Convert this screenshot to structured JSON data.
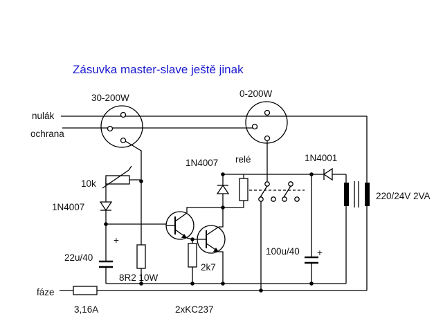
{
  "title": "Zásuvka master-slave ještě jinak",
  "labels": {
    "master_socket": "30-200W",
    "slave_socket": "0-200W",
    "neutral": "nulák",
    "protective": "ochrana",
    "diode_top": "1N4007",
    "relay": "relé",
    "diode_right": "1N4001",
    "pot": "10k",
    "diode_left": "1N4007",
    "transformer": "220/24V 2VA",
    "cap_left": "22u/40",
    "resistor_power": "8R2 10W",
    "resistor_2k7": "2k7",
    "cap_right": "100u/40",
    "phase": "fáze",
    "fuse": "3,16A",
    "transistors": "2xKC237",
    "plus_left": "+",
    "plus_right": "+"
  }
}
